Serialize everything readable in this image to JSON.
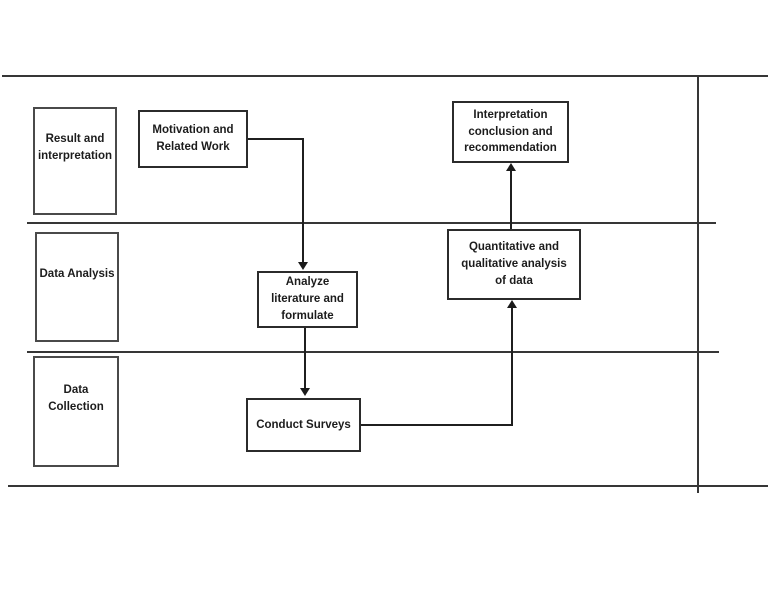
{
  "diagram": {
    "type": "flowchart-swimlane",
    "colors": {
      "background": "#ffffff",
      "lane_line": "#363636",
      "process_border": "#2b2b2b",
      "lane_box_border": "#4a4a4a",
      "connector": "#1f1f1f",
      "text": "#1c1c1c"
    },
    "lane_labels": {
      "result": "Result and\ninterpretation",
      "data_analysis": "Data Analysis",
      "data_collection": "Data Collection"
    },
    "process_boxes": {
      "motivation": "Motivation and\nRelated Work",
      "interpretation": "Interpretation\nconclusion and\nrecommendation",
      "quantitative": "Quantitative and\nqualitative analysis\nof data",
      "analyze": "Analyze\nliterature and\nformulate",
      "conduct": "Conduct Surveys"
    },
    "connections": [
      "Motivation and Related Work -> Analyze literature and formulate",
      "Analyze literature and formulate -> Conduct Surveys",
      "Conduct Surveys -> Quantitative and qualitative analysis of data",
      "Quantitative and qualitative analysis of data -> Interpretation conclusion and recommendation"
    ]
  }
}
